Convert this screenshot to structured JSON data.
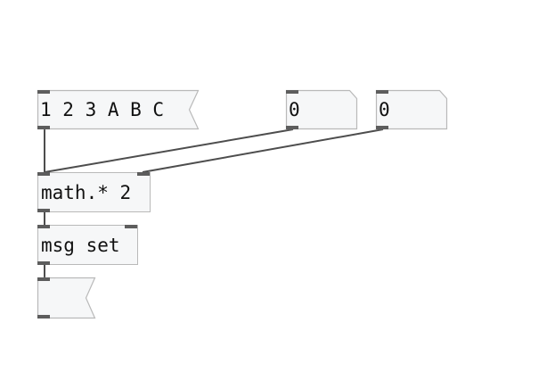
{
  "patch": {
    "message_box": {
      "text": "1 2 3 A B C"
    },
    "number_box_left": {
      "value": "0"
    },
    "number_box_right": {
      "value": "0"
    },
    "math_object": {
      "text": "math.* 2"
    },
    "msg_object": {
      "text": "msg set"
    },
    "output_message_box": {
      "text": ""
    }
  },
  "colors": {
    "canvas_background": "#ffffff",
    "box_fill": "#f6f7f8",
    "box_border": "#b9b9b9",
    "port_fill": "#5d5d5d",
    "wire": "#4d4d4d"
  }
}
